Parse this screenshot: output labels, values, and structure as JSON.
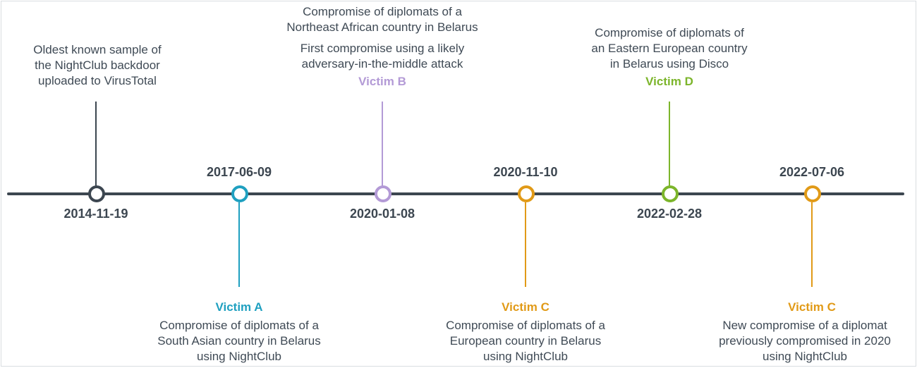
{
  "colors": {
    "axis": "#3c4650",
    "victim_a": "#1fa0c0",
    "victim_b": "#b39ad6",
    "victim_c": "#e19a17",
    "victim_d": "#7cb52b",
    "text": "#3f4a55"
  },
  "timeline": {
    "events": [
      {
        "date": "2014-11-19",
        "victim": "",
        "description": [
          "Oldest known sample of",
          "the NightClub backdoor",
          "uploaded to VirusTotal"
        ]
      },
      {
        "date": "2017-06-09",
        "victim": "Victim A",
        "description": [
          "Compromise of diplomats of a",
          "South Asian country in Belarus",
          "using NightClub"
        ]
      },
      {
        "date": "2020-01-08",
        "victim": "Victim B",
        "description": [
          "Compromise of diplomats of a",
          "Northeast African country in Belarus"
        ],
        "description_2": [
          "First compromise using a likely",
          "adversary-in-the-middle attack"
        ]
      },
      {
        "date": "2020-11-10",
        "victim": "Victim C",
        "description": [
          "Compromise of diplomats of a",
          "European country in Belarus",
          "using NightClub"
        ]
      },
      {
        "date": "2022-02-28",
        "victim": "Victim D",
        "description": [
          "Compromise of diplomats of",
          "an Eastern European country",
          "in Belarus using Disco"
        ]
      },
      {
        "date": "2022-07-06",
        "victim": "Victim C",
        "description": [
          "New compromise of a diplomat",
          "previously compromised in 2020",
          "using NightClub"
        ]
      }
    ]
  }
}
